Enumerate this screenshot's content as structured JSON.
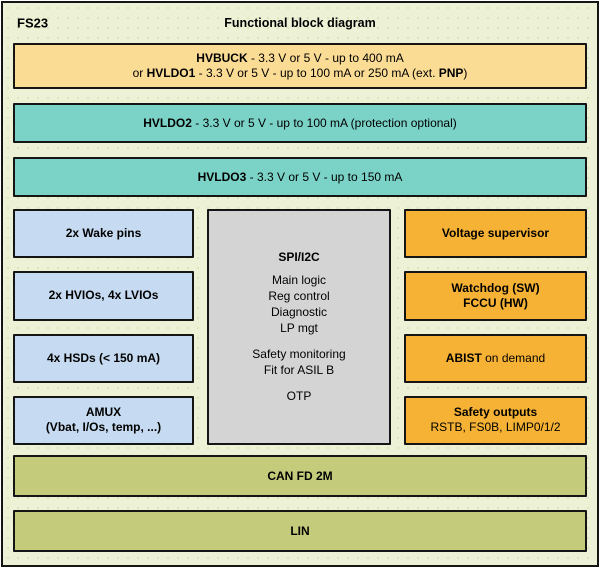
{
  "header": {
    "chip": "FS23",
    "title": "Functional block diagram"
  },
  "colors": {
    "background": "#edf2d6",
    "regulator_tan": "#fbdc95",
    "regulator_teal": "#7bd2c6",
    "io_blue": "#c6dbf1",
    "core_gray": "#d4d4d4",
    "safety_orange": "#f6b234",
    "comm_olive": "#c4cb7b",
    "border": "#151515"
  },
  "blocks": {
    "hvbuck": {
      "line1": [
        {
          "t": "HVBUCK",
          "b": true
        },
        {
          "t": " - 3.3 V or 5 V - up to 400 mA",
          "b": false
        }
      ],
      "line2": [
        {
          "t": "or ",
          "b": false
        },
        {
          "t": "HVLDO1",
          "b": true
        },
        {
          "t": " - 3.3 V or 5 V - up to 100 mA or 250 mA (ext. ",
          "b": false
        },
        {
          "t": "PNP",
          "b": true
        },
        {
          "t": ")",
          "b": false
        }
      ]
    },
    "hvldo2": [
      {
        "t": "HVLDO2",
        "b": true
      },
      {
        "t": " - 3.3 V or 5 V - up to 100 mA (protection optional)",
        "b": false
      }
    ],
    "hvldo3": [
      {
        "t": "HVLDO3",
        "b": true
      },
      {
        "t": " - 3.3 V or 5 V - up to 150 mA",
        "b": false
      }
    ],
    "wake": "2x Wake pins",
    "ios": "2x HVIOs, 4x LVIOs",
    "hsds": "4x HSDs (< 150 mA)",
    "amux": {
      "line1": "AMUX",
      "line2": "(Vbat, I/Os, temp, ...)"
    },
    "core": {
      "title": "SPI/I2C",
      "logic": [
        "Main logic",
        "Reg control",
        "Diagnostic",
        "LP mgt"
      ],
      "safety": [
        "Safety monitoring",
        "Fit for ASIL B"
      ],
      "otp": "OTP"
    },
    "supervisor": "Voltage supervisor",
    "watchdog": {
      "line1": "Watchdog (SW)",
      "line2": "FCCU (HW)"
    },
    "abist": [
      {
        "t": "ABIST",
        "b": true
      },
      {
        "t": " on demand",
        "b": false
      }
    ],
    "safety_outputs": {
      "title": "Safety outputs",
      "pins": "RSTB, FS0B, LIMP0/1/2"
    },
    "can": "CAN FD 2M",
    "lin": "LIN"
  }
}
